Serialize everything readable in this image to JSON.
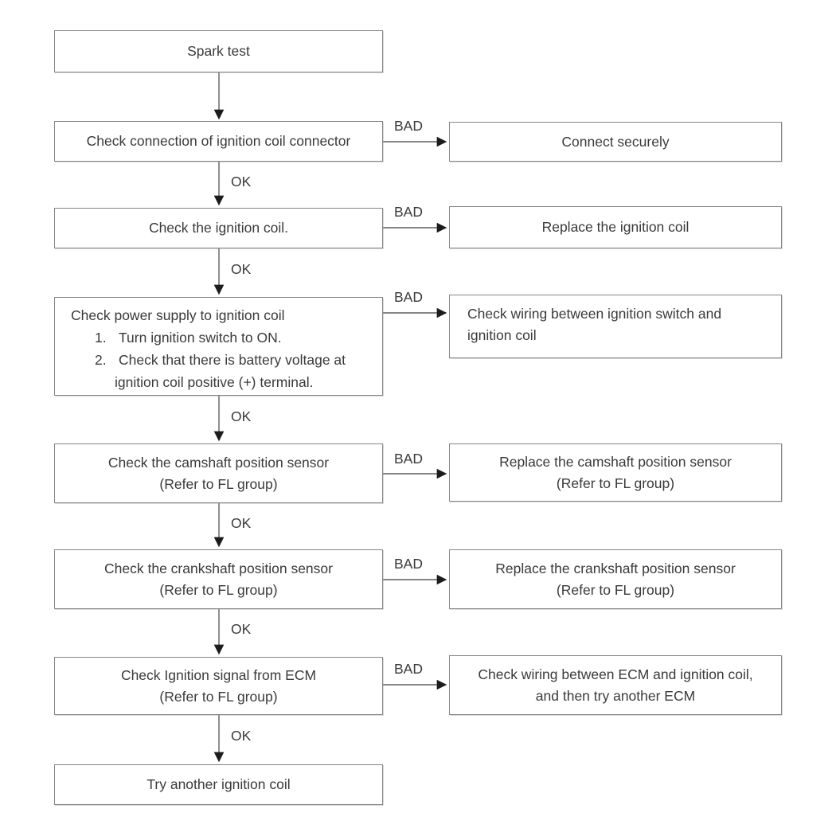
{
  "diagram_title": "Spark test troubleshooting flowchart",
  "labels": {
    "ok": "OK",
    "bad": "BAD"
  },
  "colors": {
    "background": "#ffffff",
    "box_border": "#858585",
    "text": "#3a3a3a",
    "connector_line": "#5f5f5f",
    "arrowhead": "#1c1c1c"
  },
  "nodes": {
    "spark_test": "Spark test",
    "check_connector": "Check connection of ignition coil connector",
    "connect_securely": "Connect securely",
    "check_coil": "Check the ignition coil.",
    "replace_coil": "Replace the ignition coil",
    "power_supply": {
      "line1": "Check power supply to ignition coil",
      "item1_num": "1.",
      "item1_text": "Turn ignition switch to ON.",
      "item2_num": "2.",
      "item2_text": "Check that there is battery voltage at",
      "item2_cont": "ignition coil positive (+) terminal."
    },
    "wiring_switch": {
      "line1": "Check wiring between ignition switch and",
      "line2": "ignition coil"
    },
    "camshaft": {
      "line1": "Check the camshaft position sensor",
      "line2": "(Refer to FL group)"
    },
    "replace_camshaft": {
      "line1": "Replace the camshaft position sensor",
      "line2": "(Refer to FL group)"
    },
    "crankshaft": {
      "line1": "Check the crankshaft position sensor",
      "line2": "(Refer to FL group)"
    },
    "replace_crankshaft": {
      "line1": "Replace the crankshaft position sensor",
      "line2": "(Refer to FL group)"
    },
    "ecm_signal": {
      "line1": "Check Ignition signal from ECM",
      "line2": "(Refer to FL group)"
    },
    "wiring_ecm": {
      "line1": "Check wiring between ECM and ignition coil,",
      "line2": "and then try another ECM"
    },
    "try_another": "Try another ignition coil"
  }
}
